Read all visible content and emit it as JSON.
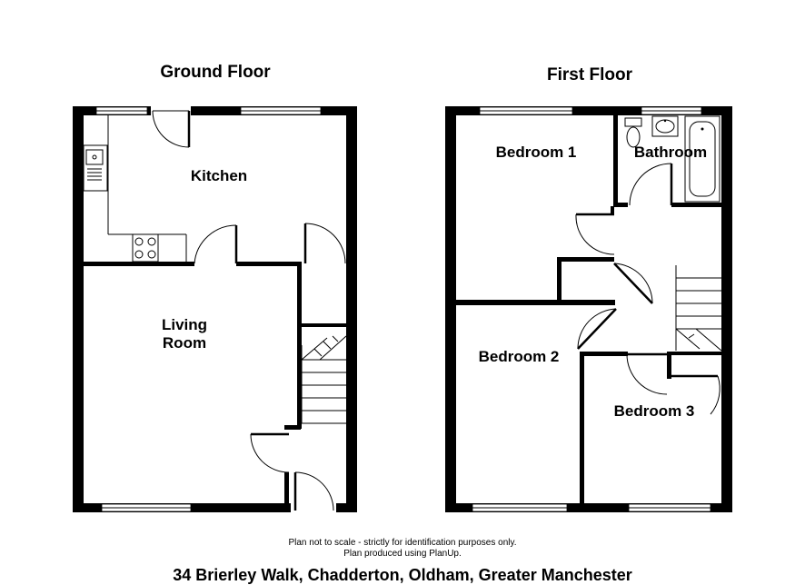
{
  "floors": {
    "ground": {
      "title": "Ground Floor",
      "rooms": {
        "kitchen": "Kitchen",
        "living_line1": "Living",
        "living_line2": "Room"
      }
    },
    "first": {
      "title": "First Floor",
      "rooms": {
        "bedroom1": "Bedroom 1",
        "bathroom": "Bathroom",
        "bedroom2": "Bedroom 2",
        "bedroom3": "Bedroom 3"
      }
    }
  },
  "footer": {
    "disclaimer": "Plan not to scale - strictly for identification purposes only.",
    "credit": "Plan produced using PlanUp.",
    "address": "34 Brierley Walk, Chadderton, Oldham, Greater Manchester"
  }
}
